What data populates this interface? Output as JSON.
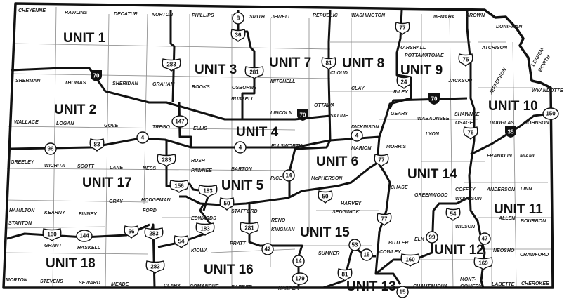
{
  "colors": {
    "background": "#ffffff",
    "lines": "#111111",
    "county_lines": "#888888"
  },
  "units": [
    "UNIT 1",
    "UNIT 2",
    "UNIT 3",
    "UNIT 4",
    "UNIT 5",
    "UNIT 6",
    "UNIT 7",
    "UNIT 8",
    "UNIT 9",
    "UNIT 10",
    "UNIT 11",
    "UNIT 12",
    "UNIT 13",
    "UNIT 14",
    "UNIT 15",
    "UNIT 16",
    "UNIT 17",
    "UNIT 18"
  ],
  "counties": [
    "CHEYENNE",
    "RAWLINS",
    "DECATUR",
    "NORTON",
    "PHILLIPS",
    "SMITH",
    "JEWELL",
    "REPUBLIC",
    "WASHINGTON",
    "NEMAHA",
    "BROWN",
    "DONIPHAN",
    "MARSHALL",
    "POTTAWATOMIE",
    "ATCHISON",
    "SHERMAN",
    "THOMAS",
    "SHERIDAN",
    "GRAHAM",
    "ROOKS",
    "OSBORNE",
    "MITCHELL",
    "CLOUD",
    "CLAY",
    "RILEY",
    "JACKSON",
    "JEFFERSON",
    "LEAVEN-",
    "WORTH",
    "WYANDOTTE",
    "RUSSELL",
    "LINCOLN",
    "OTTAWA",
    "SALINE",
    "GEARY",
    "WABAUNSEE",
    "SHAWNEE",
    "OSAGE",
    "DOUGLAS",
    "JOHNSON",
    "WALLACE",
    "LOGAN",
    "GOVE",
    "TREGO",
    "ELLIS",
    "DICKINSON",
    "LYON",
    "ELLSWORTH",
    "MARION",
    "MORRIS",
    "FRANKLIN",
    "MIAMI",
    "GREELEY",
    "WICHITA",
    "SCOTT",
    "LANE",
    "NESS",
    "RUSH",
    "PAWNEE",
    "BARTON",
    "RICE",
    "McPHERSON",
    "CHASE",
    "GREENWOOD",
    "COFFEY",
    "WOODSON",
    "ANDERSON",
    "LINN",
    "HAMILTON",
    "KEARNY",
    "FINNEY",
    "GRAY",
    "HODGEMAN",
    "FORD",
    "EDWARDS",
    "STAFFORD",
    "RENO",
    "KINGMAN",
    "HARVEY",
    "SEDGWICK",
    "STANTON",
    "ALLEN",
    "BOURBON",
    "WILSON",
    "GRANT",
    "HASKELL",
    "KIOWA",
    "PRATT",
    "ELK",
    "BUTLER",
    "COWLEY",
    "NEOSHO",
    "CRAWFORD",
    "SUMNER",
    "MORTON",
    "STEVENS",
    "SEWARD",
    "MEADE",
    "CLARK",
    "COMANCHE",
    "BARBER",
    "HARPER",
    "CHAUTAUQUA",
    "MONT-",
    "GOMERY",
    "LABETTE",
    "CHEROKEE"
  ],
  "highways": {
    "interstate": [
      "70",
      "70",
      "70",
      "35"
    ],
    "us": [
      "36",
      "283",
      "281",
      "81",
      "77",
      "75",
      "24",
      "83",
      "283",
      "156",
      "183",
      "50",
      "183",
      "281",
      "50",
      "77",
      "77",
      "283",
      "283",
      "160",
      "56",
      "54",
      "75",
      "160",
      "81",
      "169",
      "54"
    ],
    "state": [
      "8",
      "147",
      "4",
      "4",
      "4",
      "96",
      "14",
      "144",
      "42",
      "14",
      "179",
      "53",
      "15",
      "15",
      "99",
      "47",
      "150"
    ]
  }
}
